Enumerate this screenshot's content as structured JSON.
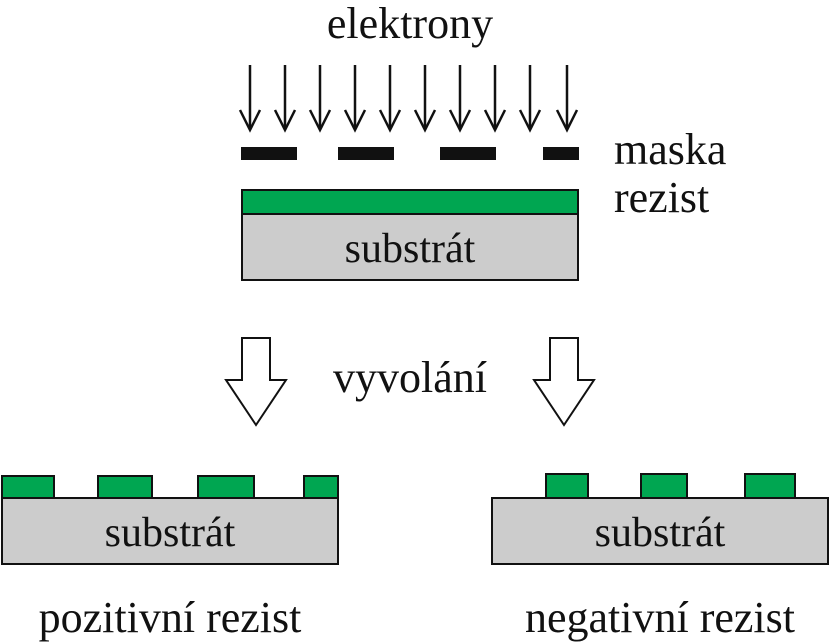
{
  "labels": {
    "beam": "elektrony",
    "mask": "maska",
    "resist": "rezist",
    "substrate": "substrát",
    "development": "vyvolání",
    "positive": "pozitivní rezist",
    "negative": "negativní rezist"
  },
  "colors": {
    "resist": "#00a651",
    "substrate": "#cccccc",
    "stroke": "#111111",
    "mask": "#111111"
  }
}
